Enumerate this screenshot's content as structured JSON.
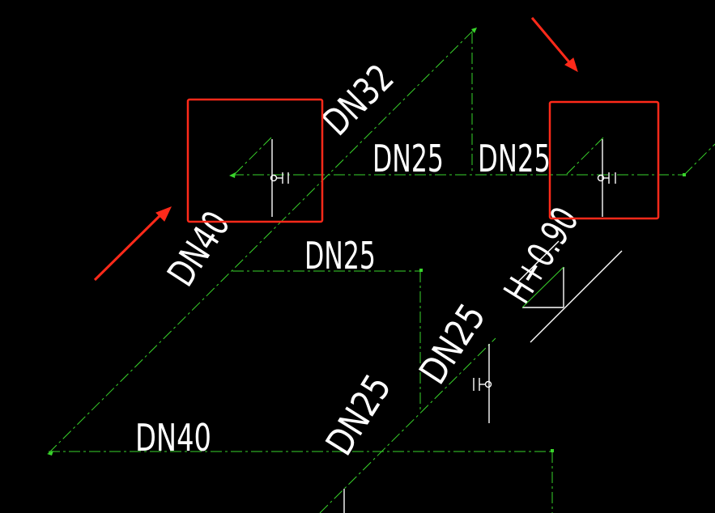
{
  "colors": {
    "background": "#000000",
    "pipe": "#39d42b",
    "symbol": "#ffffff",
    "text": "#ffffff",
    "highlight": "#ff2a1a"
  },
  "labels": {
    "dn32": "DN32",
    "dn25_upper_left": "DN25",
    "dn25_upper_right": "DN25",
    "dn40_diagonal": "DN40",
    "dn25_middle": "DN25",
    "elevation": "H+0.90",
    "dn25_riser_lower": "DN25",
    "dn25_diagonal_lower": "DN25",
    "dn40_bottom": "DN40"
  },
  "annotations": {
    "highlight_boxes": 2,
    "arrows": 2
  }
}
